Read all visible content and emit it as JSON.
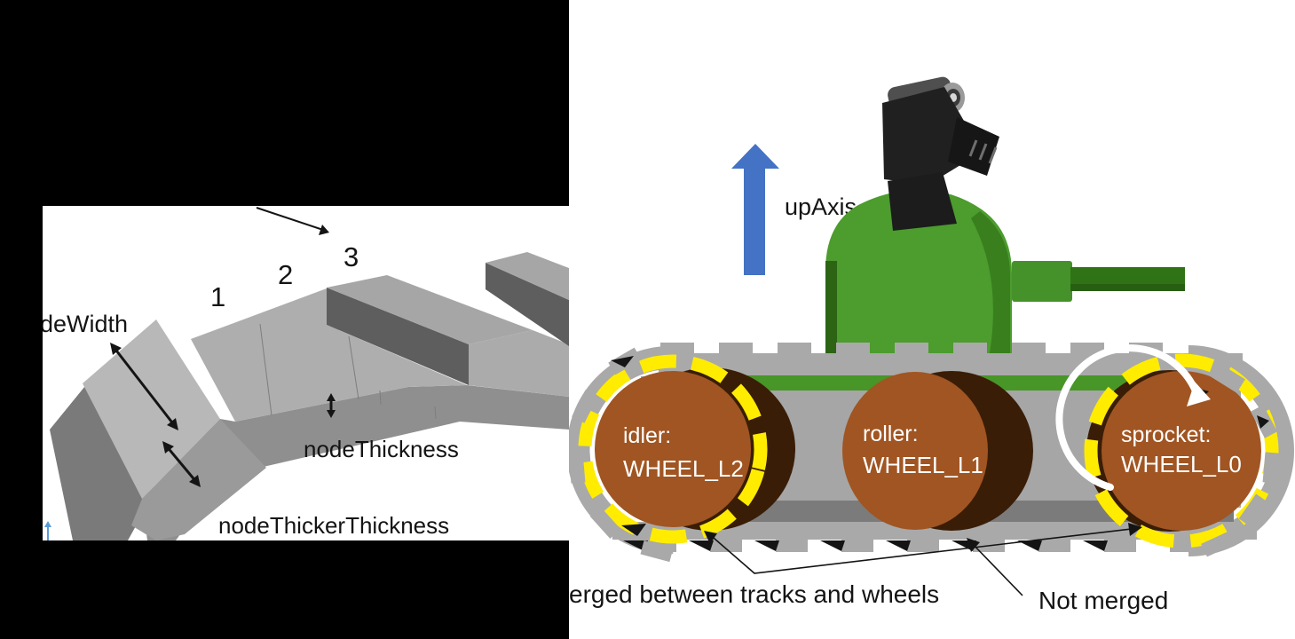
{
  "left_panel": {
    "bg_color": "#000000",
    "figure": {
      "bg_color": "#ffffff",
      "node_labels": {
        "n1": "1",
        "n2": "2",
        "n3": "3"
      },
      "annotations": {
        "width_label": "deWidth",
        "thickness_label": "nodeThickness",
        "thicker_thickness_label": "nodeThickerThickness"
      }
    }
  },
  "right_panel": {
    "bg_color": "#ffffff",
    "up_axis": {
      "label": "upAxis",
      "color": "#4472C4"
    },
    "colors": {
      "tank_green": "#4C9C2E",
      "gun_green": "#2F7316",
      "wheel_brown": "#A05522",
      "wheel_side_brown": "#3A1D06",
      "track_gray": "#A9A9A9",
      "highlight_yellow": "#FFEC00"
    },
    "wheels": [
      {
        "role": "idler:",
        "id": "WHEEL_L2",
        "highlighted": true
      },
      {
        "role": "roller:",
        "id": "WHEEL_L1",
        "highlighted": false
      },
      {
        "role": "sprocket:",
        "id": "WHEEL_L0",
        "highlighted": true
      }
    ],
    "footnotes": {
      "merged_label": "erged between tracks and wheels",
      "not_merged_label": "Not merged"
    }
  }
}
